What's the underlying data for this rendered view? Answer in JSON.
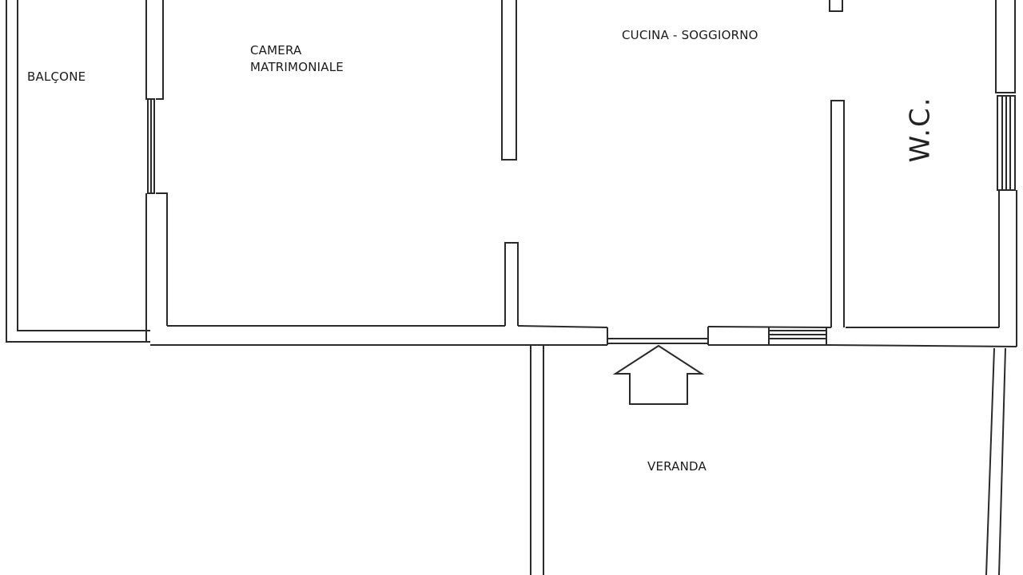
{
  "rooms": {
    "balcone": "BALÇONE",
    "camera_line1": "CAMERA",
    "camera_line2": "MATRIMONIALE",
    "cucina": "CUCINA - SOGGIORNO",
    "wc": "W.C.",
    "veranda": "VERANDA"
  },
  "colors": {
    "wall_stroke": "#2a2a2a",
    "background": "#ffffff"
  },
  "icons": {
    "entrance": "entrance-arrow-icon"
  }
}
